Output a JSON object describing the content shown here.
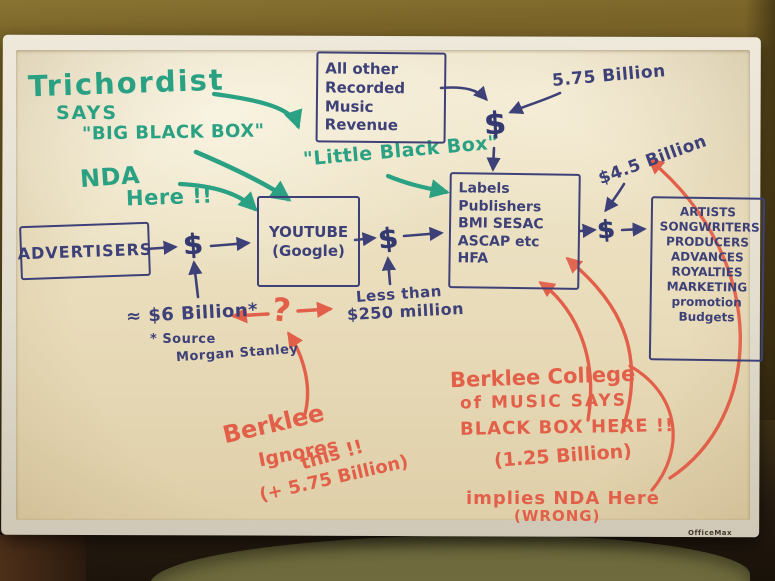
{
  "watermark": {
    "brand": "OfficeMax"
  },
  "teal": {
    "trichordist": "Trichordist",
    "says": "SAYS",
    "big_black_box": "\"BIG BLACK BOX\"",
    "nda": "NDA",
    "here": "Here !!",
    "little_black_box": "\"Little Black Box\""
  },
  "boxes": {
    "other_revenue": {
      "lines": [
        "All other",
        "Recorded Music",
        "Revenue"
      ]
    },
    "advertisers": {
      "label": "ADVERTISERS"
    },
    "youtube": {
      "lines": [
        "YOUTUBE",
        "(Google)"
      ]
    },
    "labels": {
      "lines": [
        "Labels",
        "Publishers",
        "BMI   SESAC",
        "ASCAP   etc",
        "HFA"
      ]
    },
    "artists": {
      "lines": [
        "ARTISTS",
        "SONGWRITERS",
        "PRODUCERS",
        "ADVANCES",
        "ROYALTIES",
        "MARKETING",
        "promotion",
        "Budgets"
      ]
    }
  },
  "dollar": "$",
  "figures": {
    "billion_5_75": "5.75 Billion",
    "billion_4_5": "$4.5 Billion",
    "billion_6": "≈ $6 Billion*",
    "source_line1": "* Source",
    "source_line2": "Morgan Stanley",
    "less_than_line1": "Less than",
    "less_than_line2": "$250 million",
    "question_mark": "?"
  },
  "red": {
    "berklee_ignores": {
      "l1": "Berklee",
      "l2": "Ignores",
      "l3": "this !!",
      "l4": "(+ 5.75 Billion)"
    },
    "berklee_college": {
      "l1": "Berklee College",
      "l2": "of MUSIC SAYS",
      "l3": "BLACK BOX HERE !!",
      "l4": "(1.25 Billion)",
      "l5": "implies NDA Here",
      "l6": "(WRONG)"
    }
  }
}
